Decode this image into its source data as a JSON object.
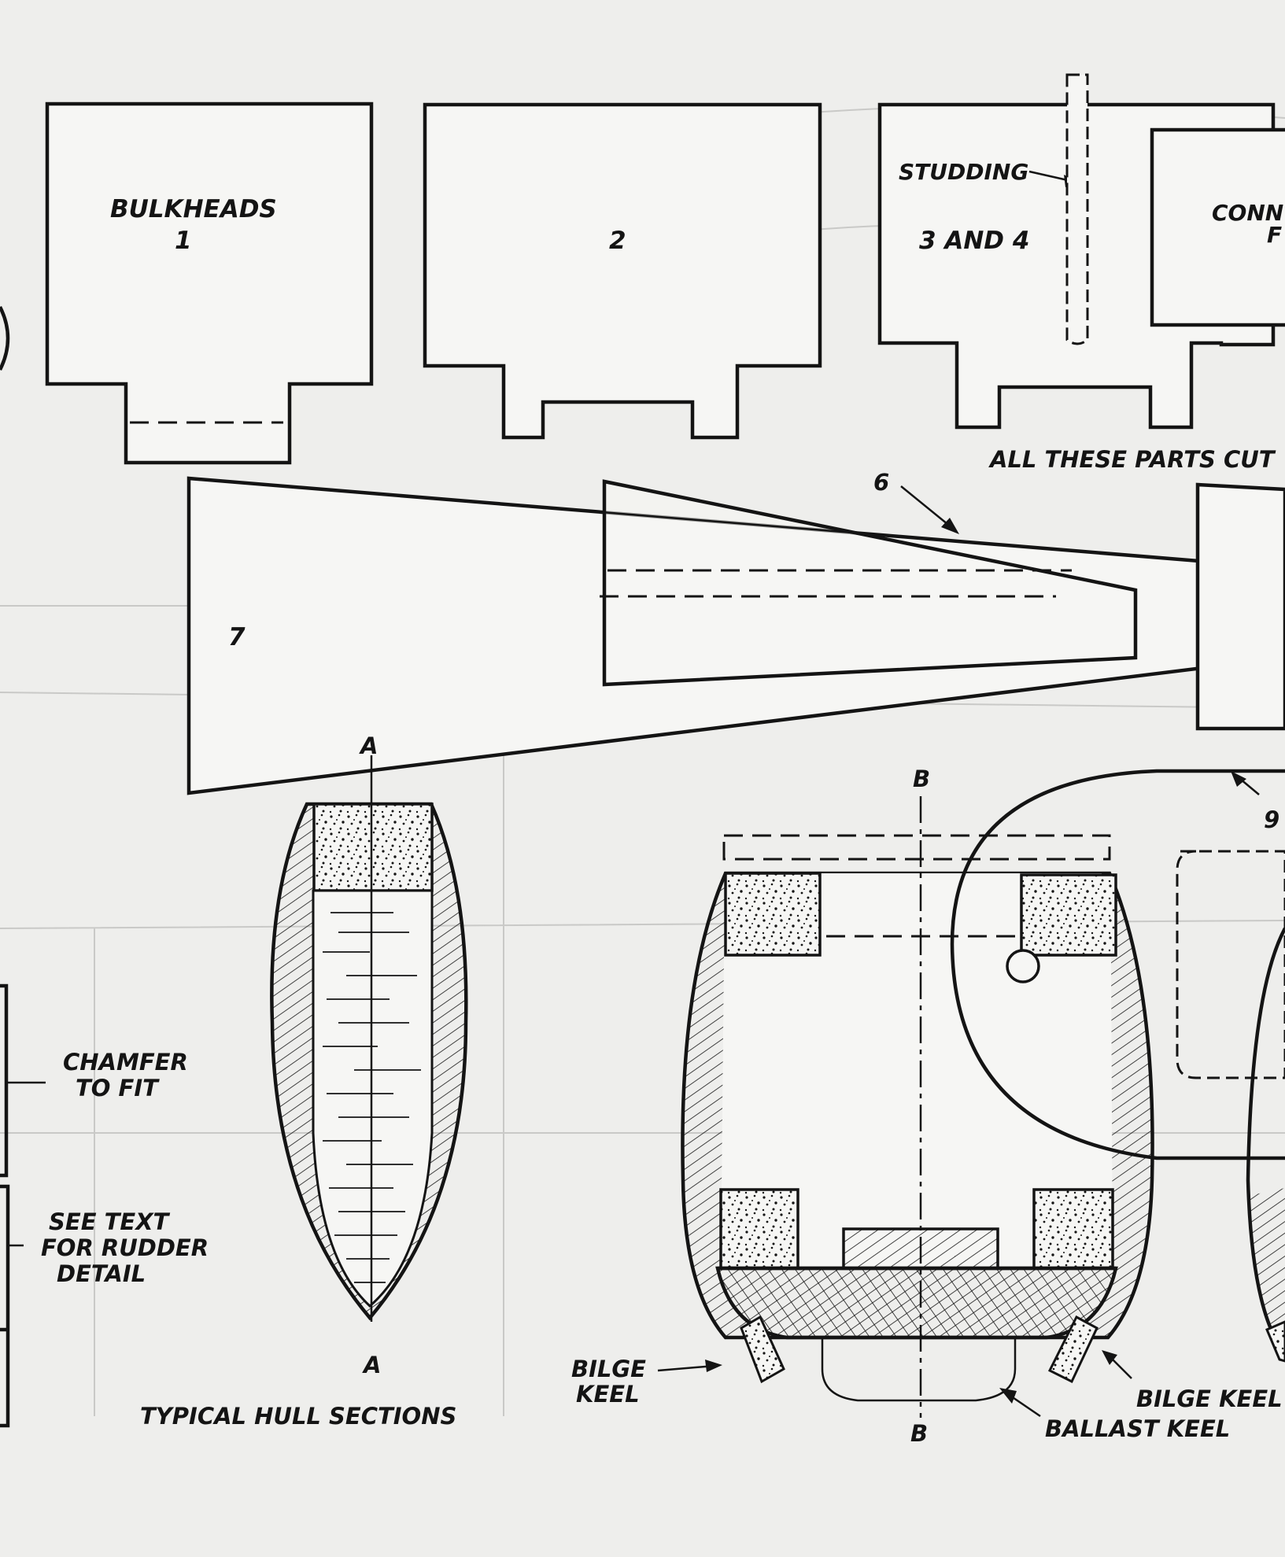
{
  "labels": {
    "bulkheads": "BULKHEADS",
    "bulkhead_1": "1",
    "bulkhead_2": "2",
    "bulkhead_34": "3 AND 4",
    "studding": "STUDDING",
    "conn_partial": "CONN",
    "conn_partial_2": "F",
    "all_parts_cut": "ALL THESE PARTS CUT",
    "part_6": "6",
    "part_7": "7",
    "part_9": "9",
    "section_a_top": "A",
    "section_a_bottom": "A",
    "section_b_top": "B",
    "section_b_bottom": "B",
    "chamfer_1": "CHAMFER",
    "chamfer_2": "TO FIT",
    "see_text_1": "SEE TEXT",
    "see_text_2": "FOR RUDDER",
    "see_text_3": "DETAIL",
    "bilge_keel_left_1": "BILGE",
    "bilge_keel_left_2": "KEEL",
    "bilge_keel_right": "BILGE KEEL",
    "ballast_keel": "BALLAST KEEL",
    "typical_hull_sections": "TYPICAL HULL SECTIONS"
  },
  "style": {
    "ink": "#141414",
    "paper": "#eeeeec",
    "bleed_through": "#bdbdbb"
  }
}
